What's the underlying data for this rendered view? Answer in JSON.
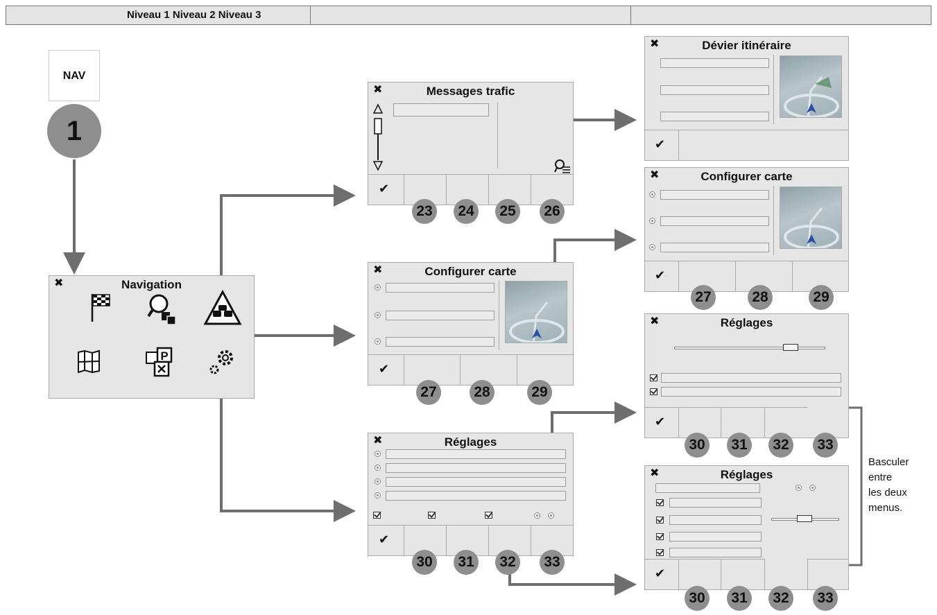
{
  "header": {
    "levels": "Niveau 1 Niveau 2 Niveau 3"
  },
  "nav_button": {
    "label": "NAV"
  },
  "step": {
    "label": "1"
  },
  "close_glyph": "✖",
  "ok_glyph": "✔",
  "navigation": {
    "title": "Navigation"
  },
  "traffic": {
    "title": "Messages trafic",
    "tabs": [
      "23",
      "24",
      "25",
      "26"
    ]
  },
  "map_config_mid": {
    "title": "Configurer carte",
    "tabs": [
      "27",
      "28",
      "29"
    ]
  },
  "settings_mid": {
    "title": "Réglages",
    "tabs": [
      "30",
      "31",
      "32",
      "33"
    ]
  },
  "detour": {
    "title": "Dévier itinéraire"
  },
  "map_config_right": {
    "title": "Configurer carte",
    "tabs": [
      "27",
      "28",
      "29"
    ]
  },
  "settings_right_a": {
    "title": "Réglages",
    "tabs": [
      "30",
      "31",
      "32",
      "33"
    ]
  },
  "settings_right_b": {
    "title": "Réglages",
    "tabs": [
      "30",
      "31",
      "32",
      "33"
    ]
  },
  "toggle_note": {
    "line1": "Basculer",
    "line2": "entre",
    "line3": "les deux",
    "line4": "menus."
  },
  "icons": [
    "close-icon",
    "checkmark-icon",
    "checkered-flag-icon",
    "search-poi-icon",
    "traffic-icon",
    "map-icon",
    "poi-parking-icon",
    "gear-icon",
    "traffic-options-icon"
  ],
  "colors": {
    "panel": "#e6e6e6",
    "bubble": "#8e8e8e",
    "arrow": "#6e6e6e"
  }
}
